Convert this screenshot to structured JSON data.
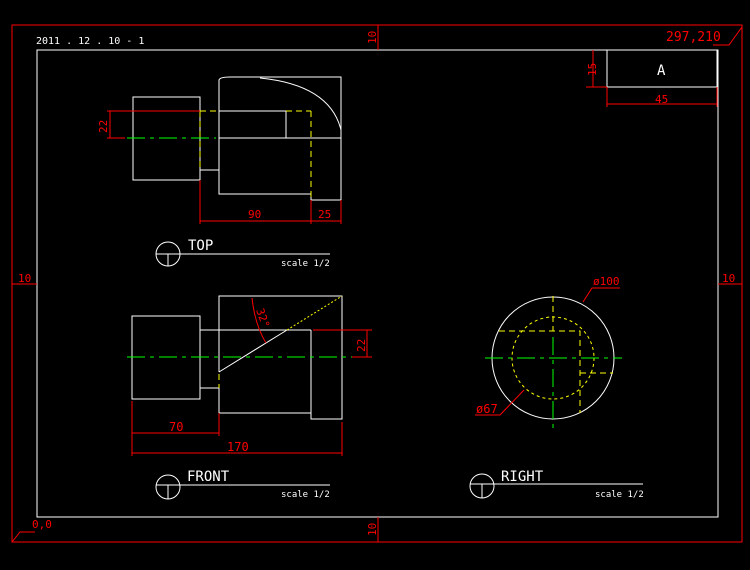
{
  "sheet": {
    "stamp": "2011 . 12 . 10   - 1",
    "corner_max": "297,210",
    "corner_origin": "0,0",
    "margin_top": "10",
    "margin_left": "10",
    "margin_right": "10",
    "margin_bottom": "10"
  },
  "title_block": {
    "letter": "A",
    "height_dim": "15",
    "width_dim": "45"
  },
  "colors": {
    "outline": "#ffffff",
    "dimension": "#ff0000",
    "hidden": "#ffff00",
    "center": "#00ff00"
  },
  "views": {
    "top": {
      "label": "TOP",
      "scale": "scale 1/2",
      "dims": [
        "22",
        "90",
        "25"
      ]
    },
    "front": {
      "label": "FRONT",
      "scale": "scale 1/2",
      "dims": [
        "22",
        "32°",
        "70",
        "170"
      ]
    },
    "right": {
      "label": "RIGHT",
      "scale": "scale 1/2",
      "dims": [
        "ø100",
        "ø67"
      ]
    }
  }
}
